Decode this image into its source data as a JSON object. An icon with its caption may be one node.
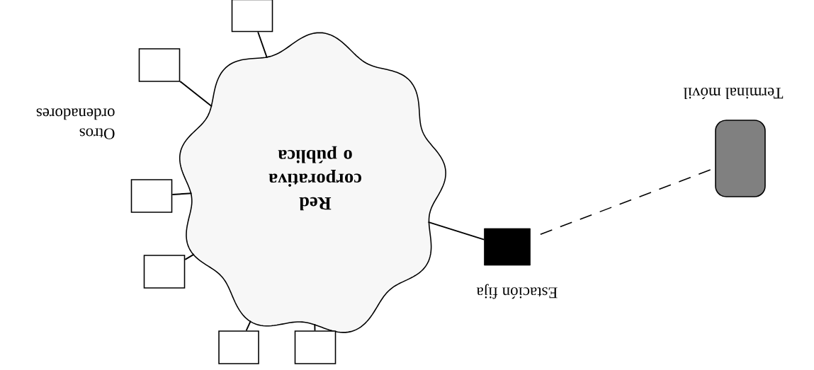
{
  "diagram": {
    "nodes": [
      {
        "text": [
          "Red corporativa o pública"
        ]
      },
      {
        "text": [],
        "shape": "box"
      },
      {
        "text": [],
        "shape": "box"
      },
      {
        "text": [],
        "shape": "box"
      },
      {
        "text": [],
        "shape": "box"
      },
      {
        "text": [],
        "shape": "box"
      },
      {
        "text": [],
        "shape": "box"
      },
      {
        "text": [],
        "shape": "box",
        "beside": [
          "Estación fija"
        ]
      },
      {
        "text": [],
        "shape": "box",
        "beside": [
          "Terminal móvil"
        ]
      }
    ],
    "edges": [
      {
        "from": 0,
        "to": 1,
        "arrow": "none"
      },
      {
        "from": 0,
        "to": 2,
        "arrow": "none"
      },
      {
        "from": 0,
        "to": 3,
        "arrow": "none"
      },
      {
        "from": 0,
        "to": 4,
        "arrow": "none"
      },
      {
        "from": 0,
        "to": 5,
        "arrow": "none"
      },
      {
        "from": 0,
        "to": 6,
        "arrow": "none"
      },
      {
        "from": 0,
        "to": 7,
        "arrow": "none"
      },
      {
        "from": 7,
        "to": 8,
        "arrow": "none",
        "style": "dashed"
      }
    ],
    "labels": [
      "Otros ordenadores"
    ]
  }
}
